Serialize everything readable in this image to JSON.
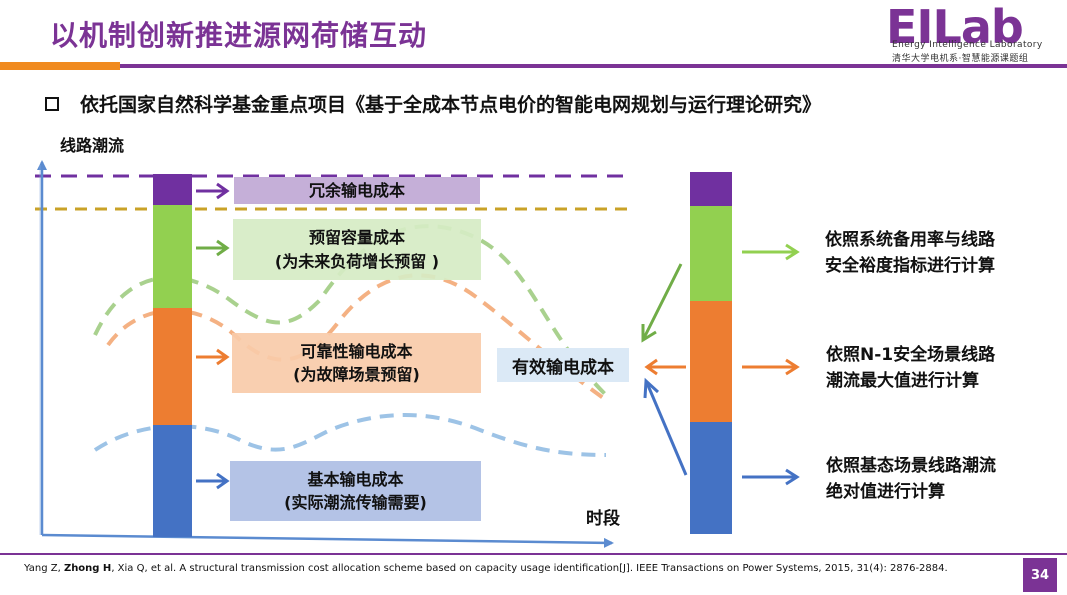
{
  "header": {
    "title": "以机制创新推进源网荷储互动",
    "logo_text": "EILab",
    "logo_subtitle_en": "Energy Intelligence Laboratory",
    "logo_subtitle_cn": "清华大学电机系·智慧能源课题组",
    "accent_purple": "#7b3395",
    "accent_orange": "#f08a1f"
  },
  "bullet": {
    "text": "依托国家自然科学基金重点项目《基于全成本节点电价的智能电网规划与运行理论研究》"
  },
  "diagram": {
    "y_axis_label": "线路潮流",
    "x_axis_label": "时段",
    "cost_labels": {
      "redundant": "冗余输电成本",
      "reserve": "预留容量成本\n(为未来负荷增长预留 )",
      "reliability": "可靠性输电成本\n(为故障场景预留)",
      "basic": "基本输电成本\n(实际潮流传输需要)"
    },
    "effective_label": "有效输电成本",
    "methods": {
      "reserve": "依照系统备用率与线路\n安全裕度指标进行计算",
      "reliability": "依照N-1安全场景线路\n潮流最大值进行计算",
      "basic": "依照基态场景线路潮流\n绝对值进行计算"
    },
    "colors": {
      "purple": "#7030a0",
      "green": "#92d050",
      "orange": "#ed7d31",
      "blue": "#4472c4",
      "gold": "#c9a227",
      "purple_box": "#c5afd8",
      "green_box": "#d6ecc4",
      "orange_box": "#f8cba9",
      "blue_box": "#b4c3e6"
    }
  },
  "footer": {
    "reference_parts": {
      "before": "Yang Z, ",
      "bold_author": "Zhong H",
      "after": ", Xia Q, et al. A structural transmission cost allocation scheme based on capacity usage identification[J]. IEEE Transactions on Power Systems, 2015, 31(4): 2876-2884."
    },
    "page_number": "34"
  }
}
